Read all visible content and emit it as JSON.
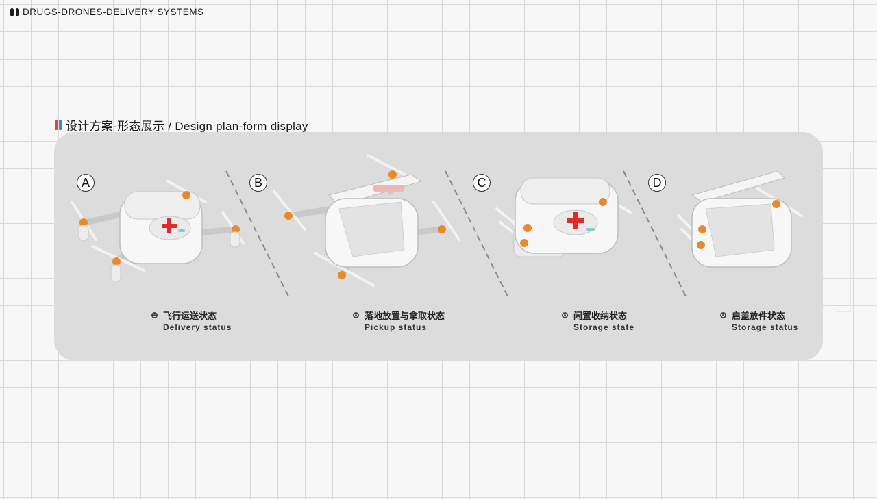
{
  "header": {
    "title": "DRUGS-DRONES-DELIVERY SYSTEMS"
  },
  "section": {
    "title": "设计方案-形态展示 / Design plan-form display",
    "bar_colors": [
      "#e8452e",
      "#2f8fd8"
    ]
  },
  "states": [
    {
      "letter": "A",
      "label_cn": "飞行运送状态",
      "label_en": "Delivery status"
    },
    {
      "letter": "B",
      "label_cn": "落地放置与拿取状态",
      "label_en": "Pickup status"
    },
    {
      "letter": "C",
      "label_cn": "闲置收纳状态",
      "label_en": "Storage state"
    },
    {
      "letter": "D",
      "label_cn": "启盖放件状态",
      "label_en": "Storage status"
    }
  ],
  "colors": {
    "cross": "#e32a2a",
    "motor": "#e88a2a",
    "panel": "#dcdcdc"
  }
}
